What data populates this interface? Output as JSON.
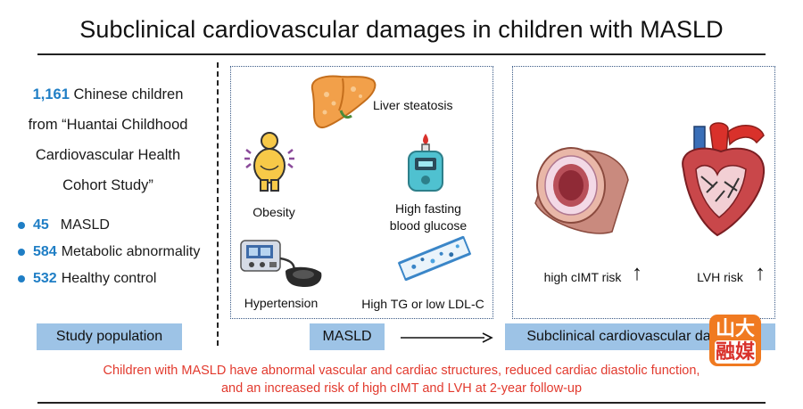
{
  "title": "Subclinical cardiovascular damages in children with MASLD",
  "population": {
    "count": "1,161",
    "line1_rest": " Chinese children",
    "line2": "from “Huantai Childhood",
    "line3": "Cardiovascular Health",
    "line4": "Cohort Study”",
    "groups": [
      {
        "count": "45",
        "label": "MASLD"
      },
      {
        "count": "584",
        "label": "Metabolic abnormality"
      },
      {
        "count": "532",
        "label": "Healthy control"
      }
    ],
    "box_label": "Study population"
  },
  "masld_panel": {
    "liver": "Liver steatosis",
    "obesity": "Obesity",
    "glucose_line1": "High fasting",
    "glucose_line2": "blood glucose",
    "hypertension": "Hypertension",
    "lipids": "High TG or low LDL-C",
    "box_label": "MASLD"
  },
  "outcome_panel": {
    "cimt": "high cIMT risk",
    "lvh": "LVH  risk",
    "arrow_symbol": "↑",
    "box_label": "Subclinical cardiovascular damages"
  },
  "watermark": {
    "line1": "山大",
    "line2": "融媒"
  },
  "footer": {
    "line1": "Children with MASLD have abnormal vascular and cardiac structures, reduced cardiac diastolic function,",
    "line2": "and an increased risk of high cIMT and LVH at 2-year follow-up"
  },
  "colors": {
    "accent": "#1f7ec5",
    "box": "#9dc3e6",
    "footer": "#e23a2e"
  }
}
